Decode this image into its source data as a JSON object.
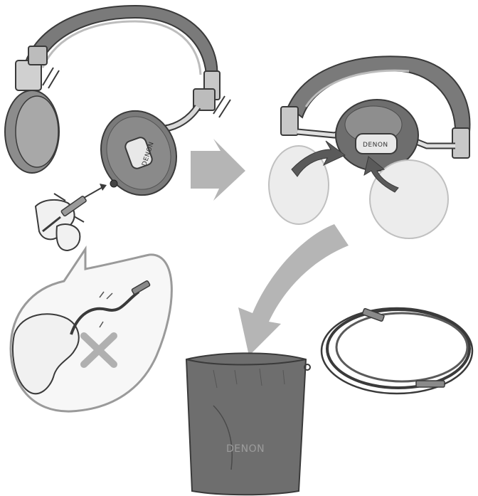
{
  "brand": {
    "earcup_left": "DENON",
    "earcup_right": "DENON",
    "pouch": "DENON"
  },
  "icons": [
    "headphones-unfold-icon",
    "headphones-fold-icon",
    "cable-unplug-icon",
    "cable-wrong-pull-icon",
    "prohibited-x-icon",
    "storage-pouch-icon",
    "coiled-cable-icon",
    "arrow-right-icon",
    "arrow-down-curve-icon"
  ],
  "colors": {
    "outline": "#3a3a3a",
    "dark_gray": "#6b6b6b",
    "mid_gray": "#9a9a9a",
    "light_gray": "#c8c8c8",
    "arrow_gray": "#b5b5b5",
    "pale": "#e6e6e6"
  }
}
